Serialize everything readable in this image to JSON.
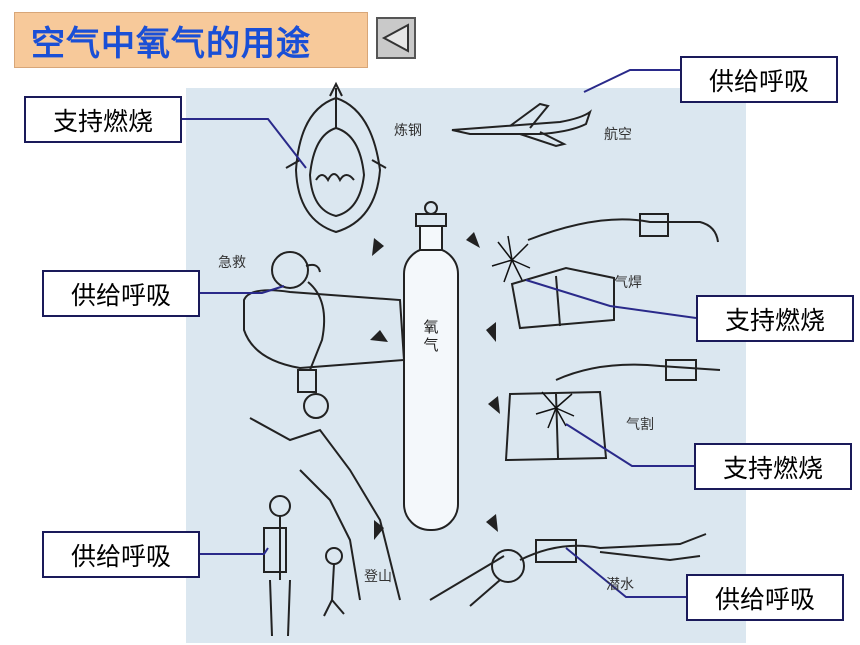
{
  "title": "空气中氧气的用途",
  "colors": {
    "title_text": "#1a4fd6",
    "title_bg": "#f7c99a",
    "panel_bg": "#dbe7f0",
    "callout_border": "#1a1a5a",
    "leader_line": "#2a2a8a"
  },
  "cylinder": {
    "label": "氧气"
  },
  "scenes": {
    "steelmaking": "炼钢",
    "aviation": "航空",
    "first_aid": "急救",
    "gas_welding": "气焊",
    "gas_cutting": "气割",
    "mountaineering": "登山",
    "diving": "潜水"
  },
  "callouts": {
    "aviation": "供给呼吸",
    "steelmaking": "支持燃烧",
    "first_aid": "供给呼吸",
    "gas_welding": "支持燃烧",
    "gas_cutting": "支持燃烧",
    "mountaineering": "供给呼吸",
    "diving": "供给呼吸"
  },
  "icons": {
    "back_button": "triangle-left-icon"
  }
}
